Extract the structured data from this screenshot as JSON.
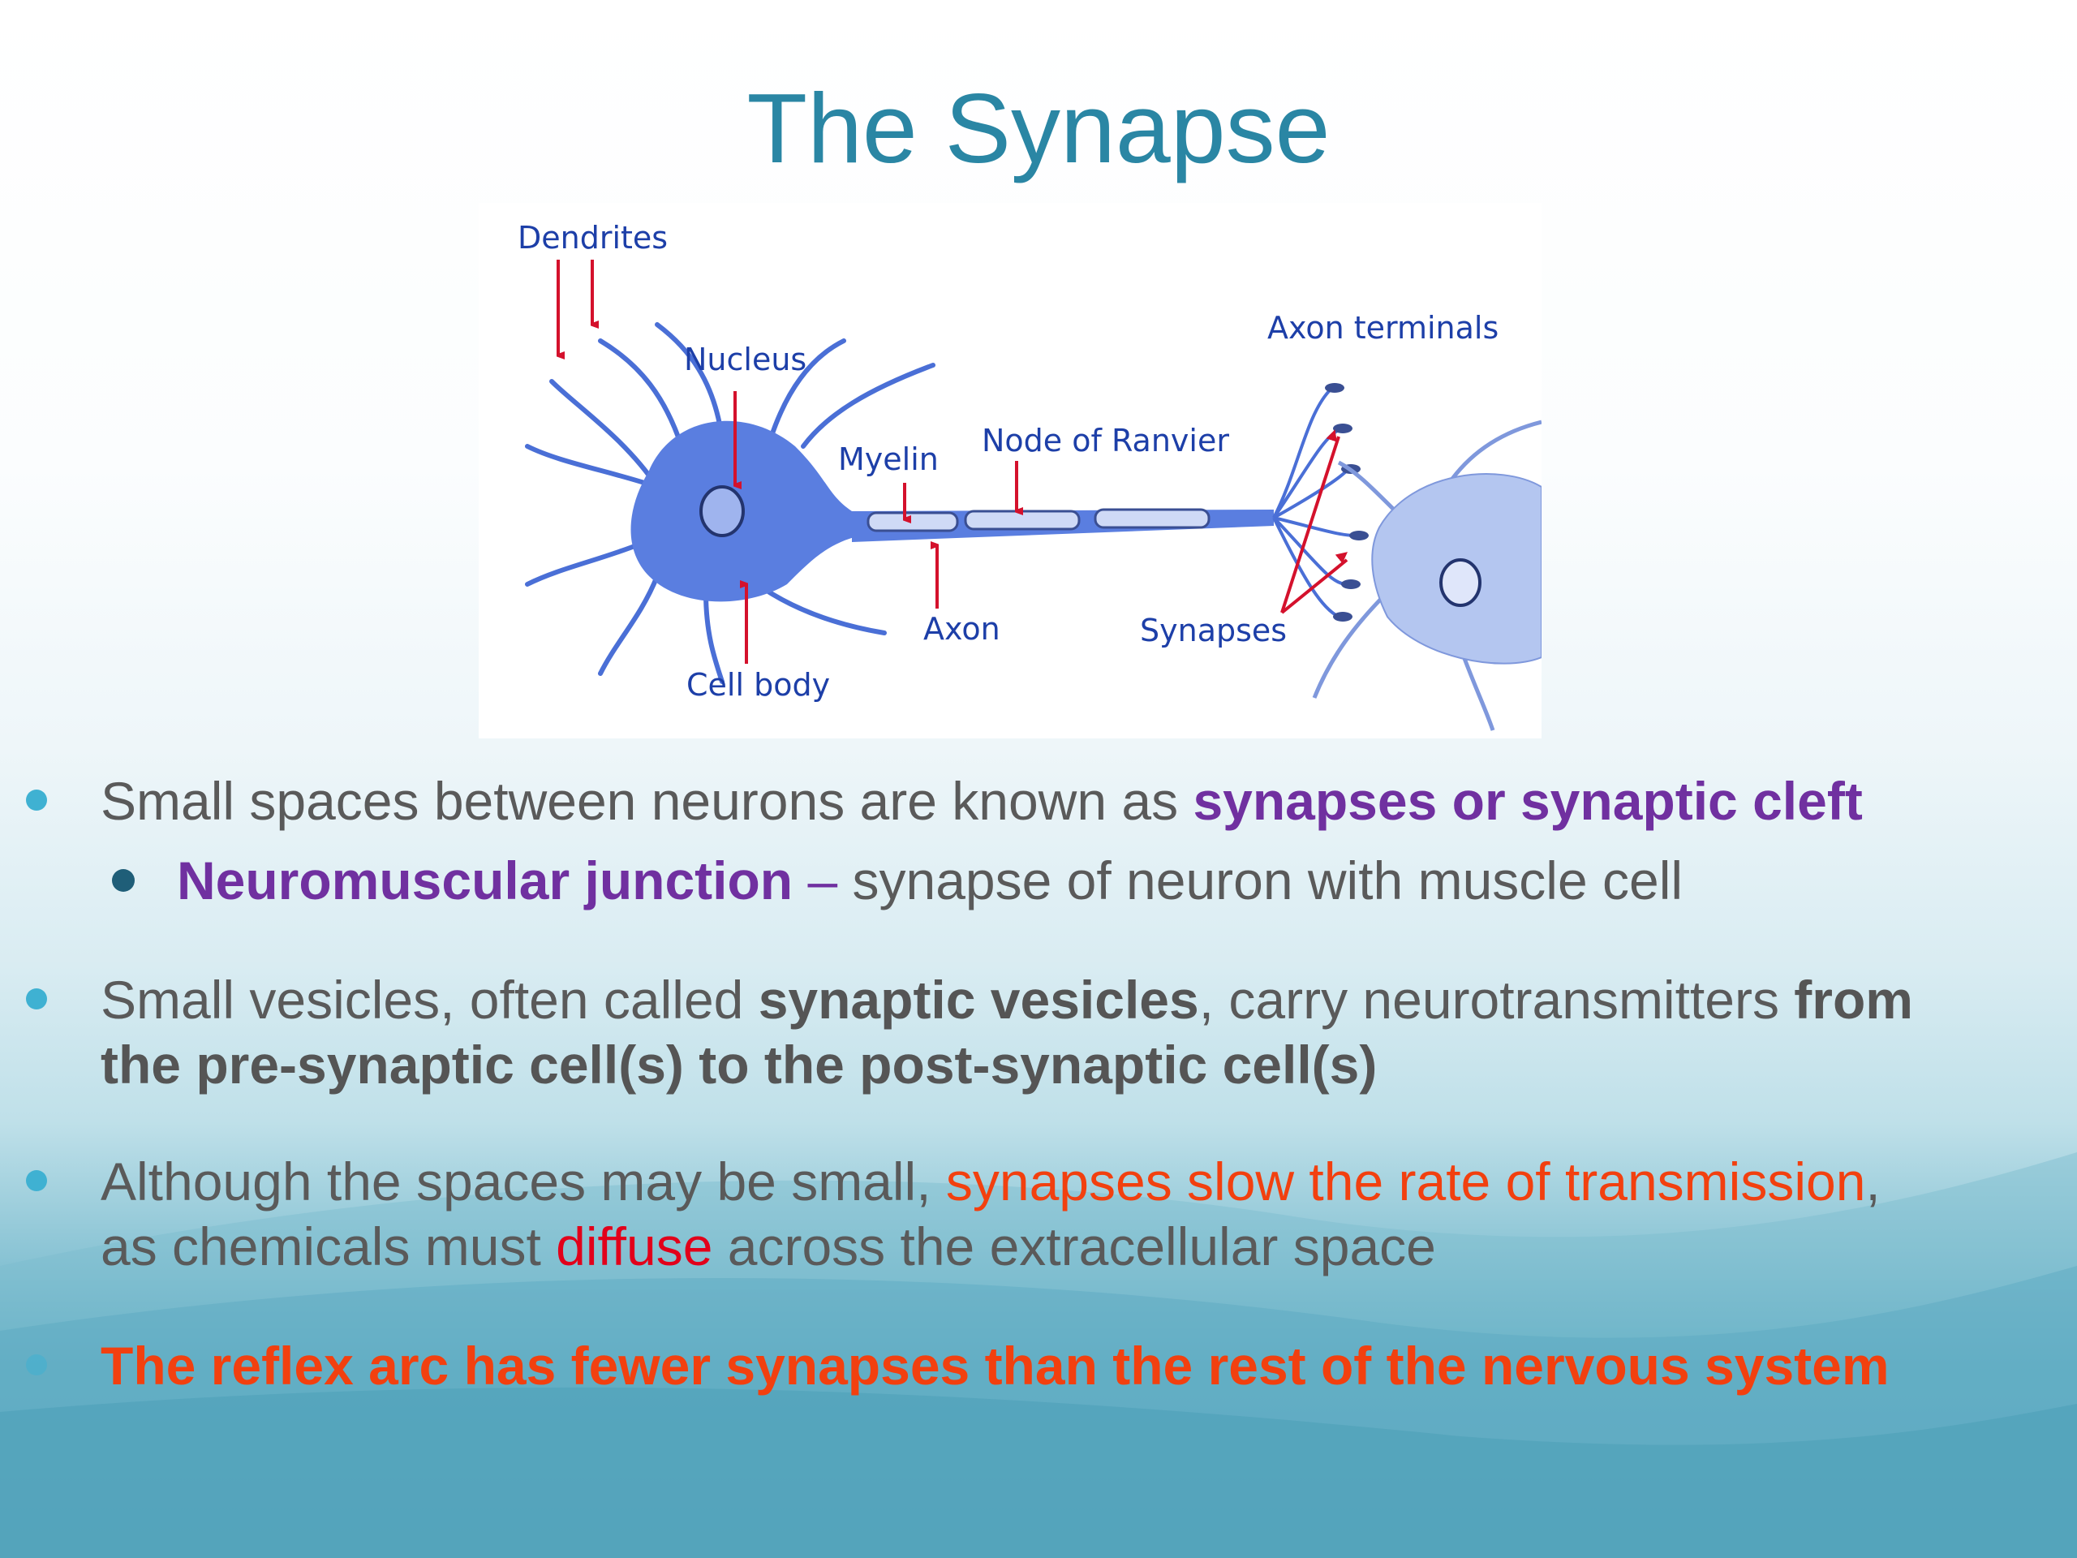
{
  "slide": {
    "title": "The Synapse"
  },
  "figure": {
    "labels": {
      "dendrites": "Dendrites",
      "nucleus": "Nucleus",
      "myelin": "Myelin",
      "node_of_ranvier": "Node of Ranvier",
      "axon_terminals": "Axon terminals",
      "axon": "Axon",
      "synapses": "Synapses",
      "cell_body": "Cell body"
    },
    "colors": {
      "neuron": "#5a7ee0",
      "target_cell": "#b4c6f0",
      "arrow": "#d4112c",
      "label": "#1d3fa8"
    }
  },
  "bullets": [
    {
      "pre": "Small spaces between neurons are known as ",
      "highlight": "synapses or synaptic cleft"
    },
    {
      "highlight": "Neuromuscular junction",
      "dash": " – ",
      "post": "synapse of neuron with muscle cell"
    },
    {
      "pre": "Small vesicles, often called ",
      "bold1": "synaptic vesicles",
      "mid": ", carry neurotransmitters ",
      "bold2": "from",
      "bold3": "the pre-synaptic cell(s) to the post-synaptic cell(s)"
    },
    {
      "pre": "Although the spaces may be small, ",
      "highlight": "synapses slow the rate of transmission",
      "comma": ",",
      "line2_pre": "as chemicals must ",
      "red": "diffuse",
      "line2_post": " across the extracellular space"
    },
    {
      "text": "The reflex arc has fewer synapses than the rest of the nervous system"
    }
  ],
  "colors": {
    "title": "#2a86a4",
    "bullet_dot": "#3fb1d2",
    "sub_bullet_dot": "#1f5e78",
    "purple": "#7030a0",
    "orange": "#f2400f",
    "red": "#e2001a",
    "body_text": "#5a5a5a"
  }
}
